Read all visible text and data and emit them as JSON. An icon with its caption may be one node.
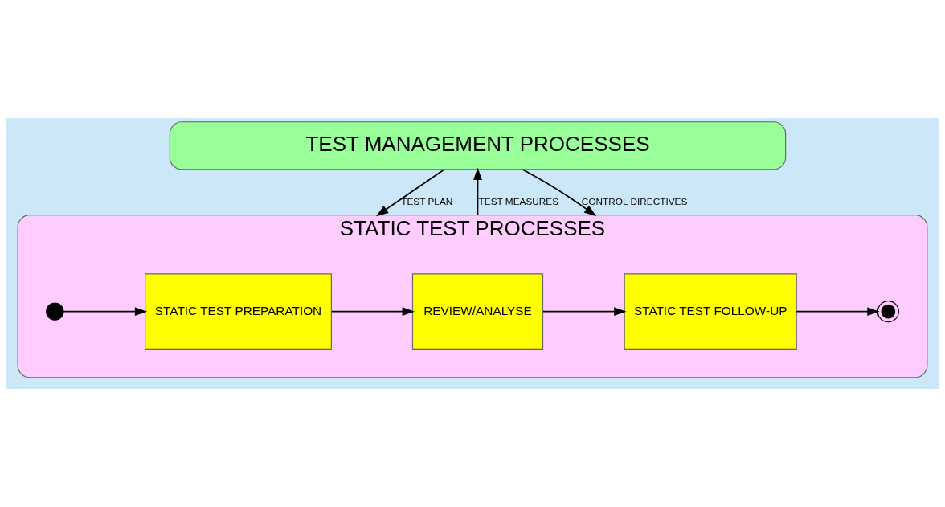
{
  "diagram": {
    "nodes": [
      {
        "text": [
          "TEST MANAGEMENT PROCESSES"
        ]
      },
      {
        "text": [
          "STATIC TEST PROCESSES"
        ]
      },
      {
        "text": [],
        "shape": "circle",
        "in": 1
      },
      {
        "text": [
          "STATIC TEST PREPARATION"
        ],
        "in": 1
      },
      {
        "text": [
          "REVIEW/ANALYSE"
        ],
        "in": 1
      },
      {
        "text": [
          "STATIC TEST FOLLOW-UP"
        ],
        "in": 1
      },
      {
        "text": [],
        "shape": "circle",
        "in": 1
      }
    ],
    "edges": [
      {
        "from": 0,
        "to": 1,
        "arrow": "to",
        "label": "TEST PLAN"
      },
      {
        "from": 1,
        "to": 0,
        "arrow": "to",
        "label": "TEST MEASURES"
      },
      {
        "from": 0,
        "to": 1,
        "arrow": "to",
        "label": "CONTROL DIRECTIVES"
      },
      {
        "from": 2,
        "to": 3,
        "arrow": "to"
      },
      {
        "from": 3,
        "to": 4,
        "arrow": "to"
      },
      {
        "from": 4,
        "to": 5,
        "arrow": "to"
      },
      {
        "from": 5,
        "to": 6,
        "arrow": "to"
      }
    ]
  }
}
